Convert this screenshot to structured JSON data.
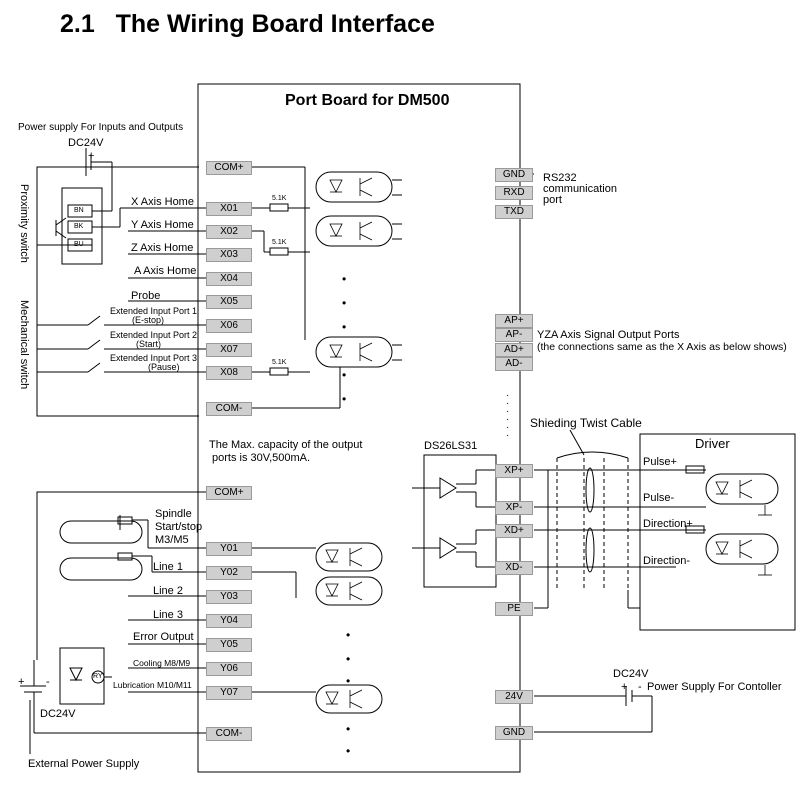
{
  "heading": {
    "section": "2.1",
    "title": "The Wiring Board Interface"
  },
  "board": {
    "title": "Port Board for DM500"
  },
  "power": {
    "inputs_label": "Power supply For Inputs and Outputs",
    "dc24": "DC24V",
    "plus": "+"
  },
  "side_labels": {
    "proximity": "Proximity switch",
    "mechanical": "Mechanical switch"
  },
  "prox_pins": [
    "BN",
    "BK",
    "BU"
  ],
  "left_ports": [
    "COM+",
    "X01",
    "X02",
    "X03",
    "X04",
    "X05",
    "X06",
    "X07",
    "X08",
    "COM-"
  ],
  "input_labels": {
    "x01": "X Axis Home",
    "x02": "Y Axis Home",
    "x03": "Z Axis Home",
    "x04": "A Axis Home",
    "x05": "Probe",
    "x06_a": "Extended Input Port 1",
    "x06_b": "(E-stop)",
    "x07_a": "Extended Input Port 2",
    "x07_b": "(Start)",
    "x08_a": "Extended Input Port 3",
    "x08_b": "(Pause)"
  },
  "resistor": "5.1K",
  "output_capacity": {
    "line1": "The Max. capacity of the output",
    "line2": "ports is 30V,500mA."
  },
  "out_ports": [
    "COM+",
    "Y01",
    "Y02",
    "Y03",
    "Y04",
    "Y05",
    "Y06",
    "Y07",
    "COM-"
  ],
  "output_labels": {
    "spindle_a": "Spindle",
    "spindle_b": "Start/stop",
    "spindle_c": "M3/M5",
    "line1": "Line 1",
    "line2": "Line 2",
    "line3": "Line 3",
    "error": "Error Output",
    "cooling": "Cooling M8/M9",
    "lubrication": "Lubrication M10/M11",
    "ry": "RY"
  },
  "external": {
    "dc24": "DC24V",
    "label": "External Power Supply",
    "plus": "+",
    "minus": "-"
  },
  "right_ports": [
    "GND",
    "RXD",
    "TXD",
    "AP+",
    "AP-",
    "AD+",
    "AD-",
    "XP+",
    "XP-",
    "XD+",
    "XD-",
    "PE",
    "24V",
    "GND"
  ],
  "rs232": {
    "line1": "RS232",
    "line2": "communication",
    "line3": "port"
  },
  "yza": {
    "line1": "YZA Axis Signal Output Ports",
    "line2": "(the connections same as the X Axis as below shows)"
  },
  "chip": "DS26LS31",
  "cable": "Shieding Twist Cable",
  "driver": {
    "title": "Driver",
    "pulse_p": "Pulse+",
    "pulse_m": "Pulse-",
    "dir_p": "Direction+",
    "dir_m": "Direction-"
  },
  "controller": {
    "dc24": "DC24V",
    "label": "Power Supply For Contoller",
    "plus": "+",
    "minus": "-"
  }
}
